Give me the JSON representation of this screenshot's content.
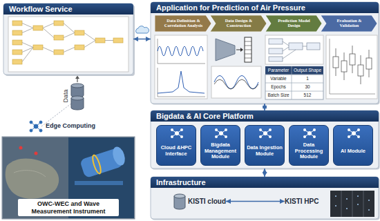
{
  "diagram": {
    "nodes": [
      {
        "text": [
          "Workflow Service"
        ]
      },
      {
        "text": [
          "Application for Prediction of Air Pressure"
        ]
      },
      {
        "text": [
          "Data Definition & Correlation Analysis"
        ],
        "in": 1
      },
      {
        "text": [
          "Data Design & Construction"
        ],
        "in": 1
      },
      {
        "text": [
          "Prediction Model Design"
        ],
        "in": 1
      },
      {
        "text": [
          "Evaluation & Validation"
        ],
        "in": 1
      },
      {
        "text": [
          "Bigdata & AI Core Platform"
        ]
      },
      {
        "text": [
          "Cloud &HPC Interface"
        ],
        "in": 6
      },
      {
        "text": [
          "Bigdata Management Module"
        ],
        "in": 6
      },
      {
        "text": [
          "Data Ingestion Module"
        ],
        "in": 6
      },
      {
        "text": [
          "Data Processing Module"
        ],
        "in": 6
      },
      {
        "text": [
          "AI Module"
        ],
        "in": 6
      },
      {
        "text": [
          "Infrastructure"
        ]
      },
      {
        "text": [
          "KISTI cloud"
        ],
        "in": 12
      },
      {
        "text": [
          "KISTI HPC"
        ],
        "in": 12
      },
      {
        "text": [
          "OWC-WEC and Wave Measurement Instrument"
        ]
      }
    ],
    "edges": [
      {
        "from": 0,
        "to": 1,
        "arrow": "both"
      },
      {
        "from": 1,
        "to": 6,
        "arrow": "both"
      },
      {
        "from": 6,
        "to": 12,
        "arrow": "both"
      },
      {
        "from": 13,
        "to": 14,
        "arrow": "both"
      }
    ],
    "labels": [
      "Data",
      "Edge Computing",
      "Parameter",
      "Output Shape",
      "Variable",
      "1",
      "Epochs",
      "30",
      "Batch Size",
      "512"
    ]
  }
}
